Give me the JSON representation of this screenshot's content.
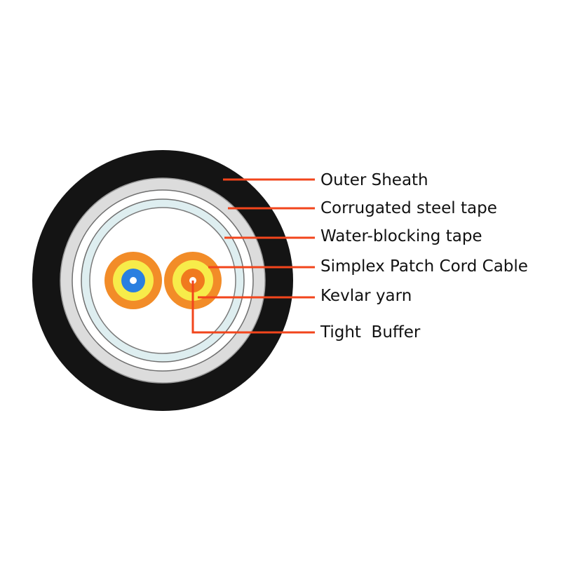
{
  "labels": {
    "outer_sheath": "Outer Sheath",
    "corrugated_steel_tape": "Corrugated steel tape",
    "water_blocking_tape": "Water-blocking tape",
    "simplex_patch_cord_cable": "Simplex Patch Cord Cable",
    "kevlar_yarn": "Kevlar yarn",
    "tight_buffer": "Tight  Buffer"
  },
  "colors": {
    "sheath": "#141414",
    "steel_tape": "#dcdcdc",
    "water_blocking": "#deeef0",
    "leader_line": "#f2451c",
    "jacket_orange": "#f28c28",
    "kevlar_yellow": "#f7ec4a",
    "fiber_blue": "#2a7fe0",
    "buffer_orange": "#f07a1e"
  }
}
